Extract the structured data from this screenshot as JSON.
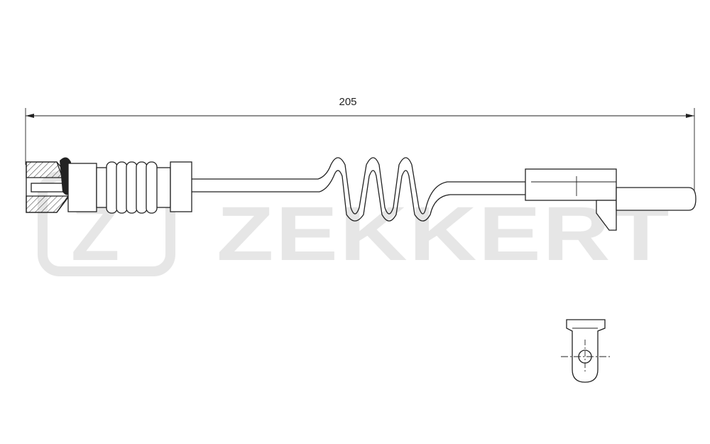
{
  "dimension": {
    "overall_length_label": "205"
  },
  "watermark": {
    "logo_letter": "Z",
    "brand_text": "ZEKKERT"
  },
  "colors": {
    "line": "#222222",
    "watermark": "#e6e6e6",
    "background": "#ffffff"
  }
}
